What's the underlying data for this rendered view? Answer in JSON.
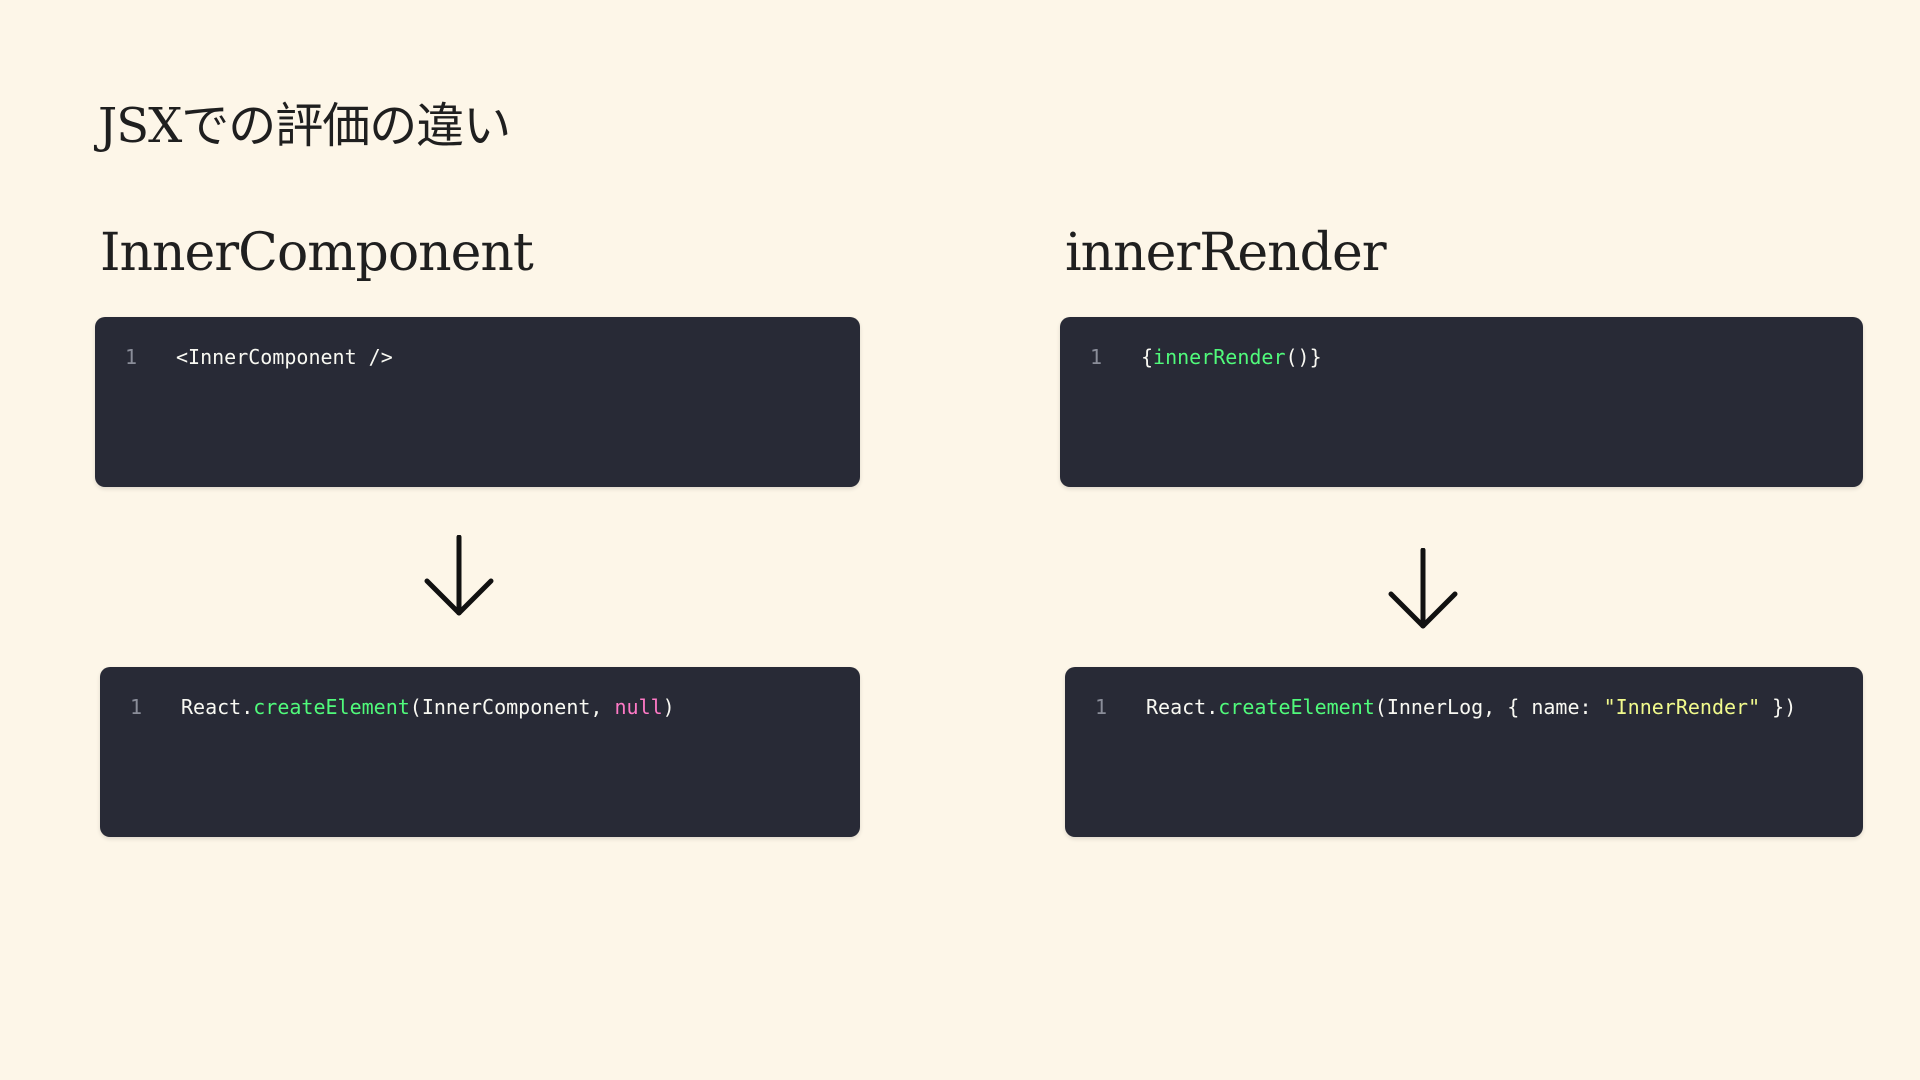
{
  "slide": {
    "title": "JSXでの評価の違い"
  },
  "left": {
    "heading": "InnerComponent",
    "source": {
      "line_number": "1",
      "tokens": [
        "<InnerComponent />"
      ]
    },
    "compiled": {
      "line_number": "1",
      "tokens": [
        "React.",
        "createElement",
        "(InnerComponent, ",
        "null",
        ")"
      ]
    }
  },
  "right": {
    "heading": "innerRender",
    "source": {
      "line_number": "1",
      "tokens": [
        "{",
        "innerRender",
        "()}"
      ]
    },
    "compiled": {
      "line_number": "1",
      "tokens": [
        "React.",
        "createElement",
        "(InnerLog, { name: ",
        "\"InnerRender\"",
        " })"
      ]
    }
  },
  "icons": {
    "arrow_left": "arrow-down-icon",
    "arrow_right": "arrow-down-icon"
  },
  "colors": {
    "background": "#fdf6e8",
    "code_background": "#282a36",
    "code_text": "#f8f8f2",
    "line_number": "#8a8d99",
    "function": "#50fa7b",
    "keyword_null": "#ff79c6",
    "string": "#f1fa8c"
  }
}
